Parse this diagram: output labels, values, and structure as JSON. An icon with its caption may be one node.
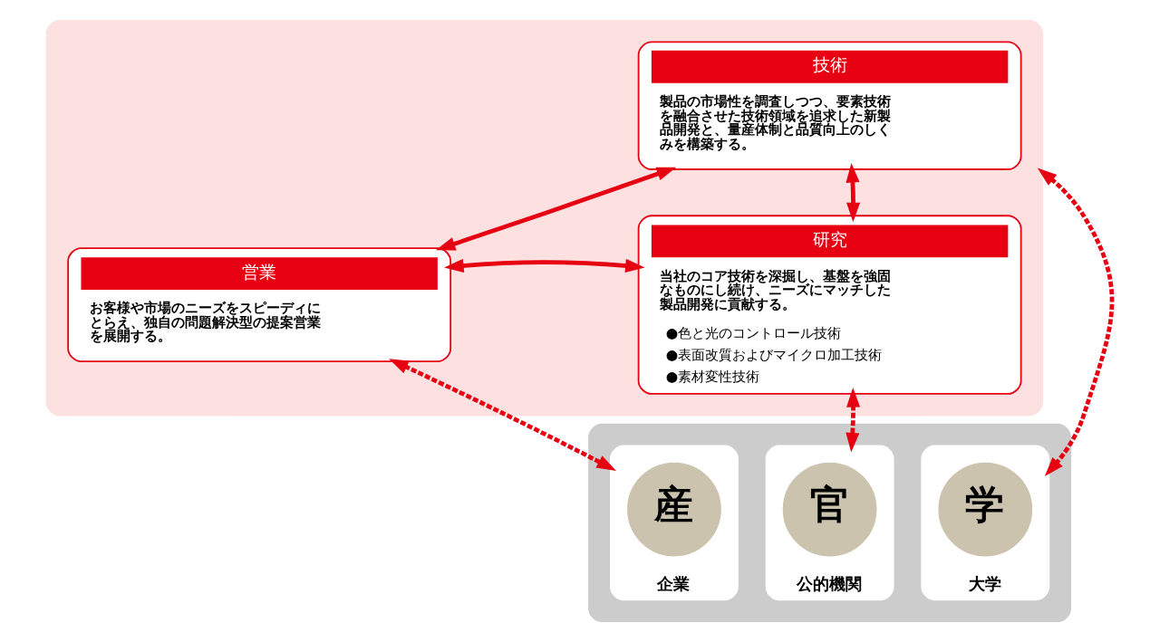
{
  "diagram": {
    "nodes": [
      {
        "text": [],
        "shape": "box"
      },
      {
        "text": [
          "技術",
          "製品の市場性を調査しつつ、要素技術を融合させた技術領域を追求した新製品開発と、量産体制と品質向上のしくみを構築する。"
        ],
        "in": 0
      },
      {
        "text": [
          "営業",
          "お客様や市場のニーズをスピーディにとらえ、独自の問題解決型の提案営業を展開する。"
        ],
        "in": 0
      },
      {
        "text": [
          "研究",
          "当社のコア技術を深掘し、基盤を強固なものにし続け、ニーズにマッチした製品開発に貢献する。",
          "●色と光のコントロール技術",
          "●表面改質およびマイクロ加工技術",
          "●素材変性技術"
        ],
        "in": 0
      },
      {
        "text": [],
        "shape": "box"
      },
      {
        "text": [
          "企業"
        ],
        "in": 4
      },
      {
        "text": [
          "産"
        ],
        "in": 5
      },
      {
        "text": [
          "大学"
        ],
        "in": 4
      },
      {
        "text": [
          "学"
        ],
        "in": 7
      },
      {
        "text": [
          "公的機関"
        ],
        "in": 4
      },
      {
        "text": [
          "官"
        ],
        "in": 9
      }
    ],
    "edges": [
      {
        "from": 2,
        "to": 1,
        "arrow": "both"
      },
      {
        "from": 1,
        "to": 3,
        "arrow": "both"
      },
      {
        "from": 2,
        "to": 3,
        "arrow": "both"
      },
      {
        "from": 2,
        "to": 5,
        "arrow": "both",
        "style": "dashed"
      },
      {
        "from": 0,
        "to": 7,
        "arrow": "both",
        "style": "dashed"
      },
      {
        "from": 3,
        "to": 9,
        "arrow": "both",
        "style": "dashed"
      }
    ]
  }
}
